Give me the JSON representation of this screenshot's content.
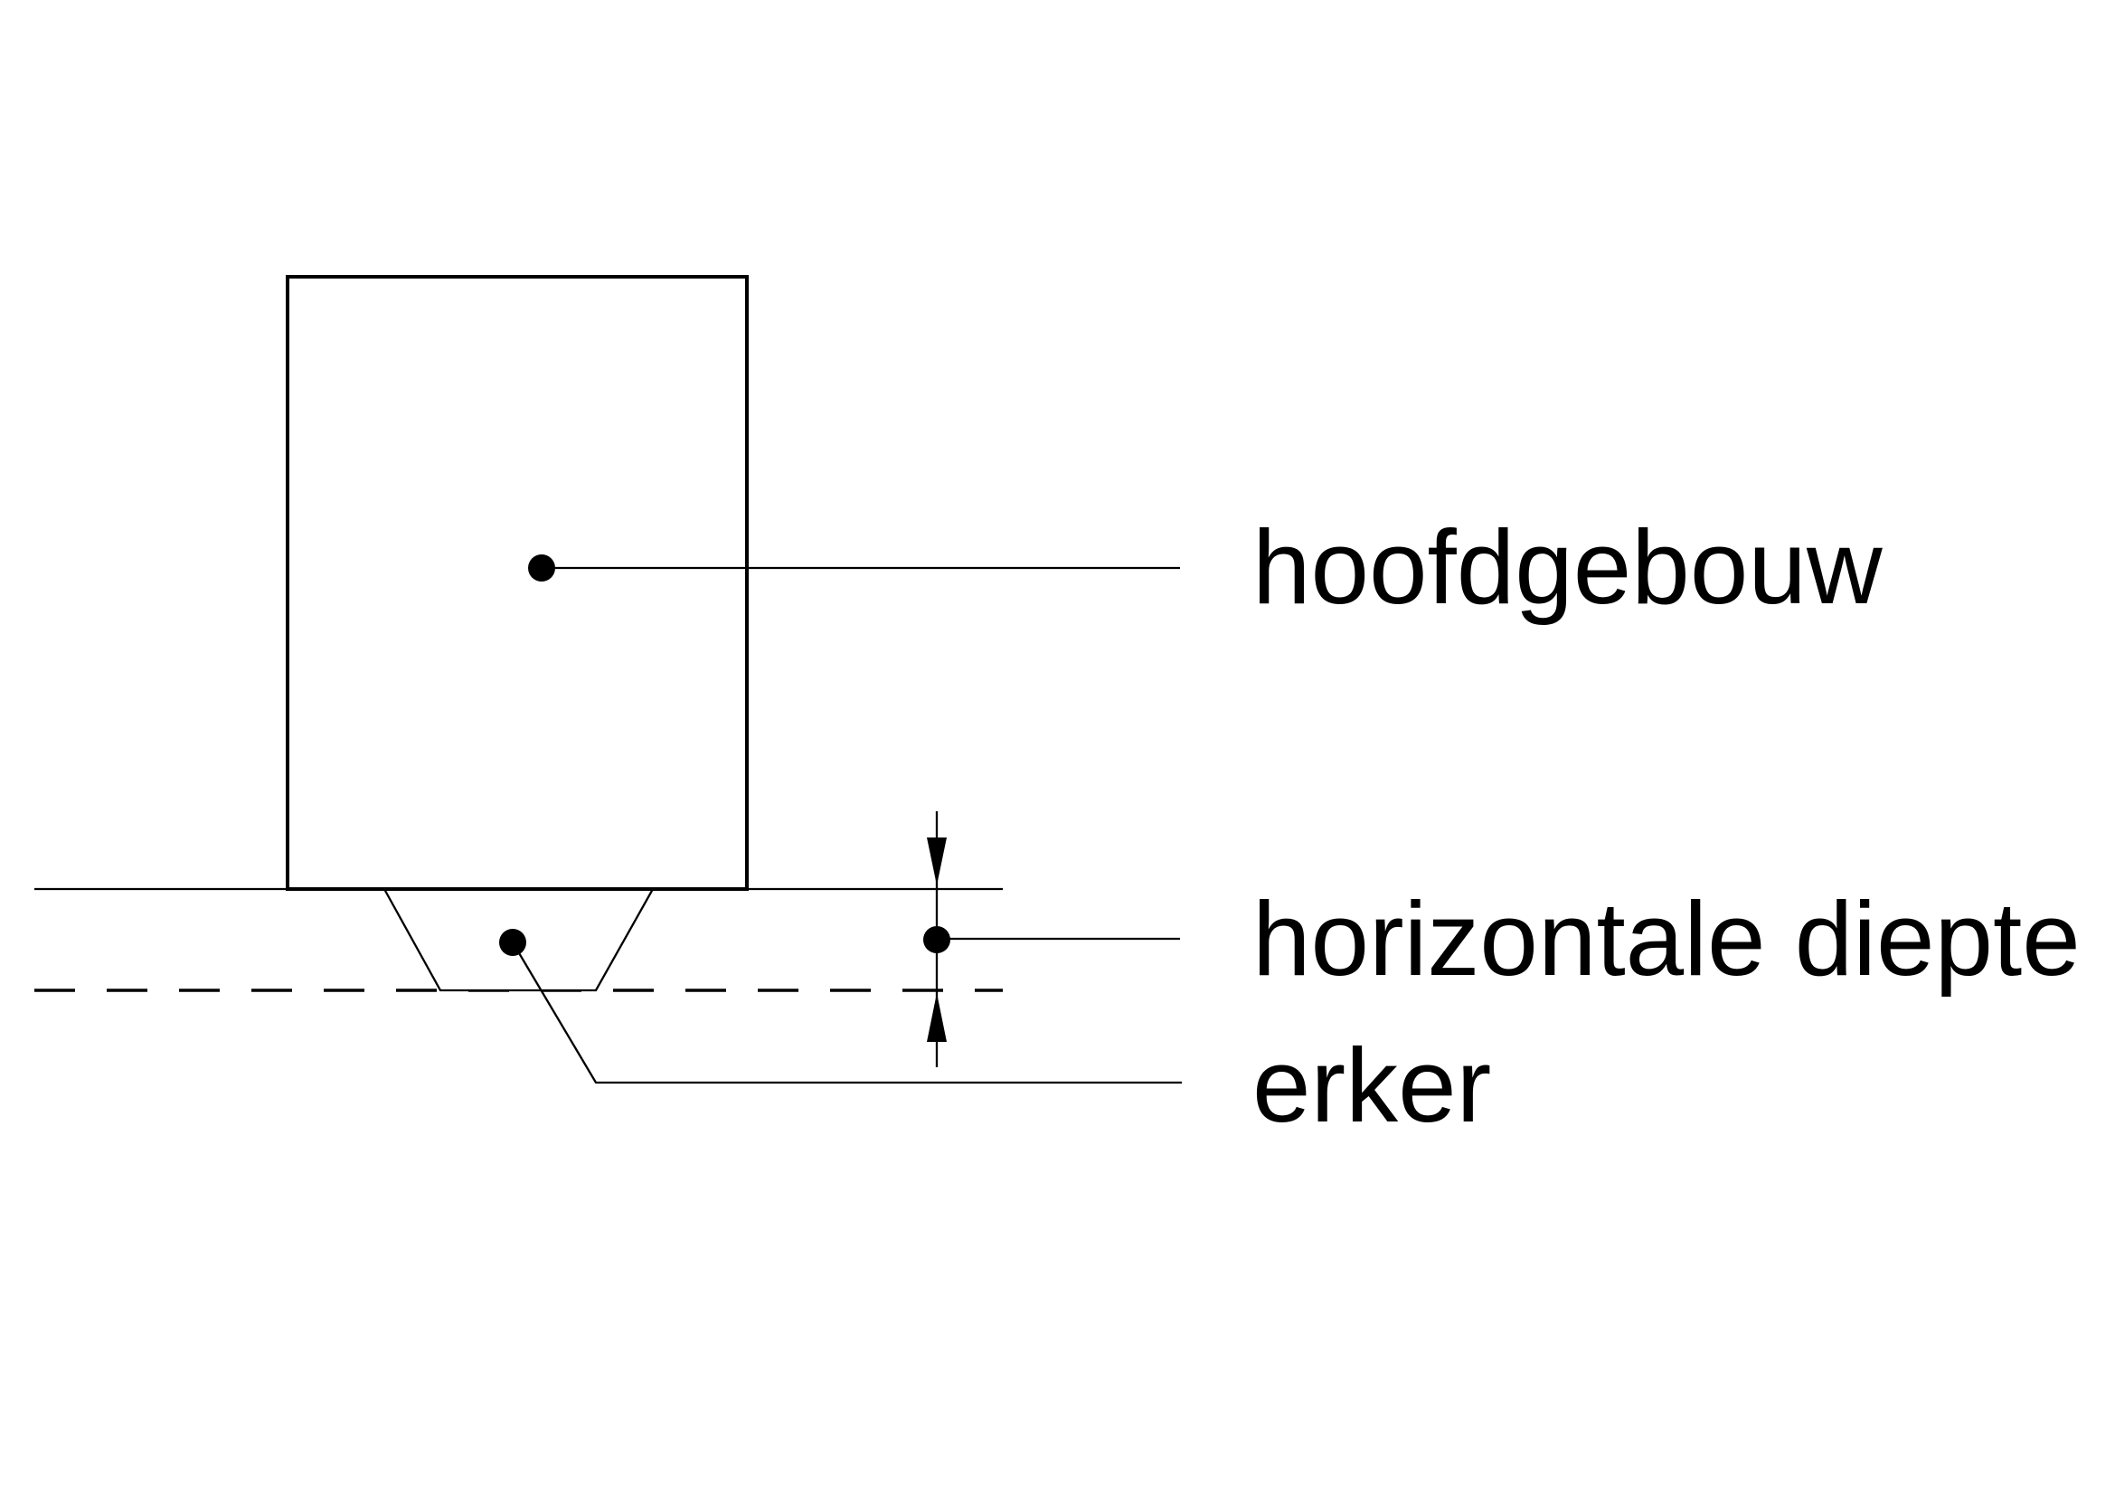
{
  "diagram": {
    "kind": "zoning-definition-sketch",
    "labels": {
      "main_building": "hoofdgebouw",
      "horizontal_depth": "horizontale diepte",
      "bay_window": "erker"
    }
  },
  "colors": {
    "ink": "#000000",
    "background": "#ffffff"
  }
}
